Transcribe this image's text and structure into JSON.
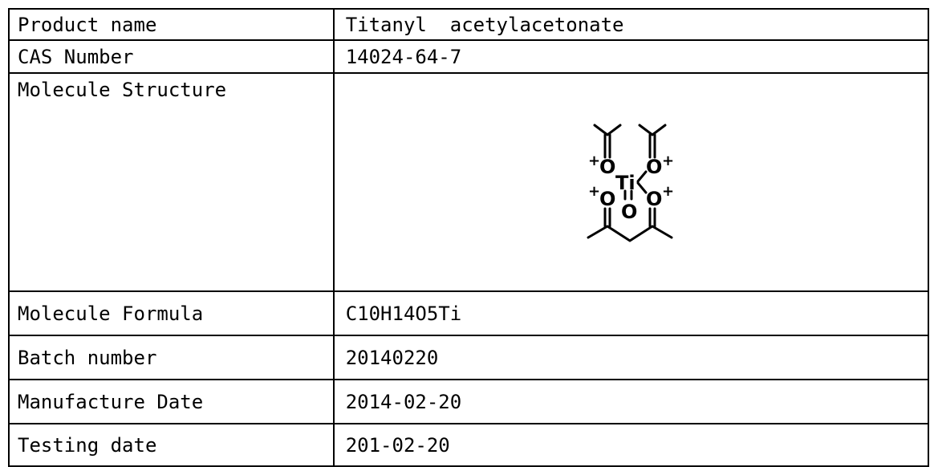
{
  "rows": [
    {
      "label": "Product name",
      "value": "Titanyl  acetylacetonate"
    },
    {
      "label": "CAS Number",
      "value": "14024-64-7"
    },
    {
      "label": "Molecule Structure",
      "value": ""
    },
    {
      "label": "Molecule Formula",
      "value": "C10H14O5Ti"
    },
    {
      "label": "Batch number",
      "value": "20140220"
    },
    {
      "label": "Manufacture Date",
      "value": "2014-02-20"
    },
    {
      "label": "Testing date",
      "value": "201-02-20"
    }
  ],
  "structure": {
    "atoms": [
      "O",
      "O",
      "O",
      "O",
      "Ti",
      "O"
    ],
    "charges": [
      "+",
      "+",
      "+",
      "+"
    ]
  }
}
